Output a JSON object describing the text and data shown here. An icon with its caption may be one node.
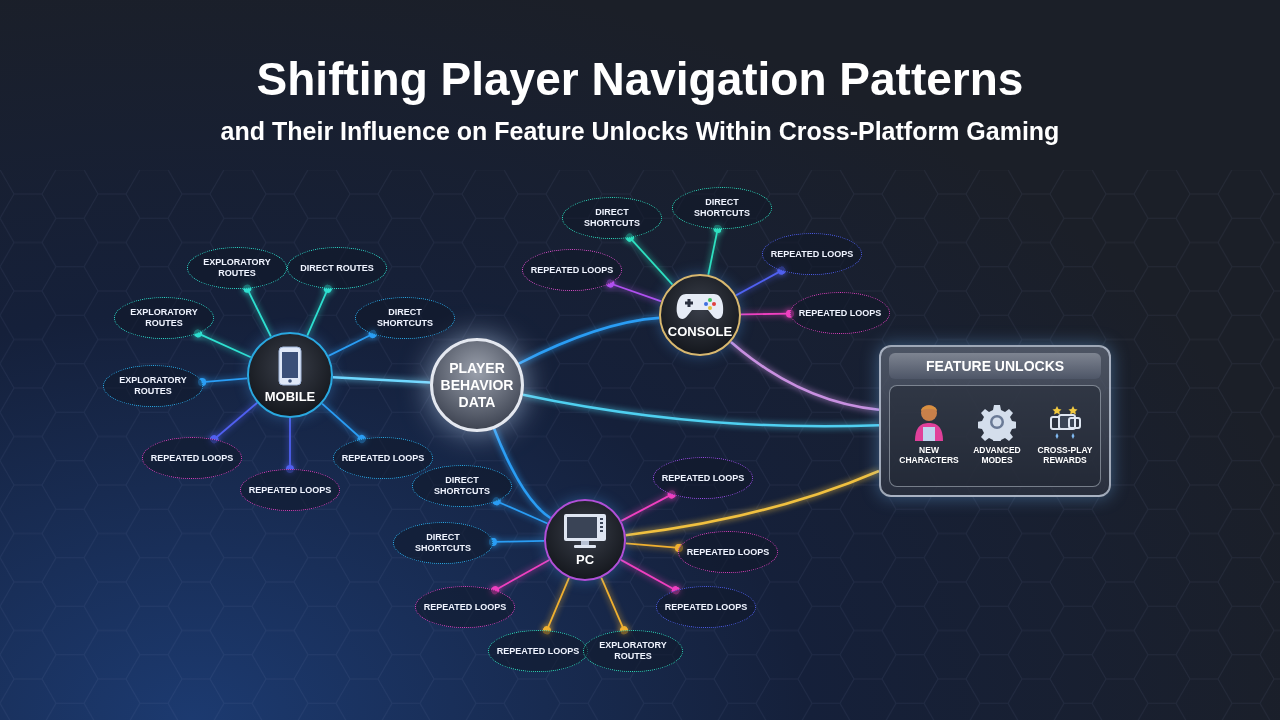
{
  "diagram": {
    "title": "Shifting Player Navigation Patterns",
    "nodes": [
      {
        "text": [
          "PLAYER BEHAVIOR DATA"
        ]
      },
      {
        "text": [
          "MOBILE"
        ]
      },
      {
        "text": [
          "CONSOLE"
        ]
      },
      {
        "text": [
          "PC"
        ]
      },
      {
        "text": [
          "FEATURE UNLOCKS"
        ]
      },
      {
        "text": [
          "NEW CHARACTERS"
        ],
        "in": 4
      },
      {
        "text": [
          "ADVANCED MODES"
        ],
        "in": 4
      },
      {
        "text": [
          "CROSS-PLAY REWARDS"
        ],
        "in": 4
      },
      {
        "text": [
          "EXPLORATORY ROUTES"
        ]
      },
      {
        "text": [
          "DIRECT ROUTES"
        ]
      },
      {
        "text": [
          "EXPLORATORY ROUTES"
        ]
      },
      {
        "text": [
          "DIRECT SHORTCUTS"
        ]
      },
      {
        "text": [
          "EXPLORATORY ROUTES"
        ]
      },
      {
        "text": [
          "REPEATED LOOPS"
        ]
      },
      {
        "text": [
          "REPEATED LOOPS"
        ]
      },
      {
        "text": [
          "REPEATED LOOPS"
        ]
      },
      {
        "text": [
          "REPEATED LOOPS"
        ]
      },
      {
        "text": [
          "DIRECT SHORTCUTS"
        ]
      },
      {
        "text": [
          "DIRECT SHORTCUTS"
        ]
      },
      {
        "text": [
          "REPEATED LOOPS"
        ]
      },
      {
        "text": [
          "REPEATED LOOPS"
        ]
      },
      {
        "text": [
          "DIRECT SHORTCUTS"
        ]
      },
      {
        "text": [
          "DIRECT SHORTCUTS"
        ]
      },
      {
        "text": [
          "REPEATED LOOPS"
        ]
      },
      {
        "text": [
          "REPEATED LOOPS"
        ]
      },
      {
        "text": [
          "REPEATED LOOPS"
        ]
      },
      {
        "text": [
          "REPEATED LOOPS"
        ]
      },
      {
        "text": [
          "REPEATED LOOPS"
        ]
      },
      {
        "text": [
          "EXPLORATORY ROUTES"
        ]
      }
    ],
    "edges": [
      {
        "from": 1,
        "to": 0,
        "arrow": "none",
        "color": "#6fd8ff"
      },
      {
        "from": 0,
        "to": 2,
        "arrow": "none"
      },
      {
        "from": 0,
        "to": 3,
        "arrow": "none"
      },
      {
        "from": 0,
        "to": 4,
        "arrow": "none",
        "color": "#4fd0f0"
      },
      {
        "from": 2,
        "to": 4,
        "arrow": "none",
        "color": "#c890e0"
      },
      {
        "from": 3,
        "to": 4,
        "arrow": "none",
        "color": "#f0c040"
      },
      {
        "from": 1,
        "to": 8,
        "arrow": "other",
        "color": "#2ee0d0"
      },
      {
        "from": 1,
        "to": 9,
        "arrow": "other",
        "color": "#2ee0d0"
      },
      {
        "from": 1,
        "to": 10,
        "arrow": "other",
        "color": "#2ee0d0"
      },
      {
        "from": 1,
        "to": 11,
        "arrow": "other"
      },
      {
        "from": 1,
        "to": 12,
        "arrow": "other"
      },
      {
        "from": 1,
        "to": 13,
        "arrow": "other",
        "color": "#5060f0"
      },
      {
        "from": 1,
        "to": 14,
        "arrow": "other",
        "color": "#5060f0"
      },
      {
        "from": 1,
        "to": 15,
        "arrow": "other"
      },
      {
        "from": 2,
        "to": 16,
        "arrow": "other",
        "color": "#b050f0"
      },
      {
        "from": 2,
        "to": 17,
        "arrow": "other",
        "color": "#2ee0c0"
      },
      {
        "from": 2,
        "to": 18,
        "arrow": "other",
        "color": "#2ee0c0"
      },
      {
        "from": 2,
        "to": 19,
        "arrow": "other",
        "color": "#5060f0"
      },
      {
        "from": 2,
        "to": 20,
        "arrow": "other",
        "color": "#f040c0"
      },
      {
        "from": 3,
        "to": 21,
        "arrow": "other"
      },
      {
        "from": 3,
        "to": 22,
        "arrow": "other"
      },
      {
        "from": 3,
        "to": 23,
        "arrow": "other",
        "color": "#f040c0"
      },
      {
        "from": 3,
        "to": 24,
        "arrow": "other",
        "color": "#f0b030"
      },
      {
        "from": 3,
        "to": 25,
        "arrow": "other",
        "color": "#f040c0"
      },
      {
        "from": 3,
        "to": 26,
        "arrow": "other",
        "color": "#f040c0"
      },
      {
        "from": 3,
        "to": 27,
        "arrow": "other",
        "color": "#f0b030"
      },
      {
        "from": 3,
        "to": 28,
        "arrow": "other",
        "color": "#f0b030"
      }
    ],
    "labels": [
      "and Their Influence on Feature Unlocks Within Cross-Platform Gaming"
    ]
  }
}
